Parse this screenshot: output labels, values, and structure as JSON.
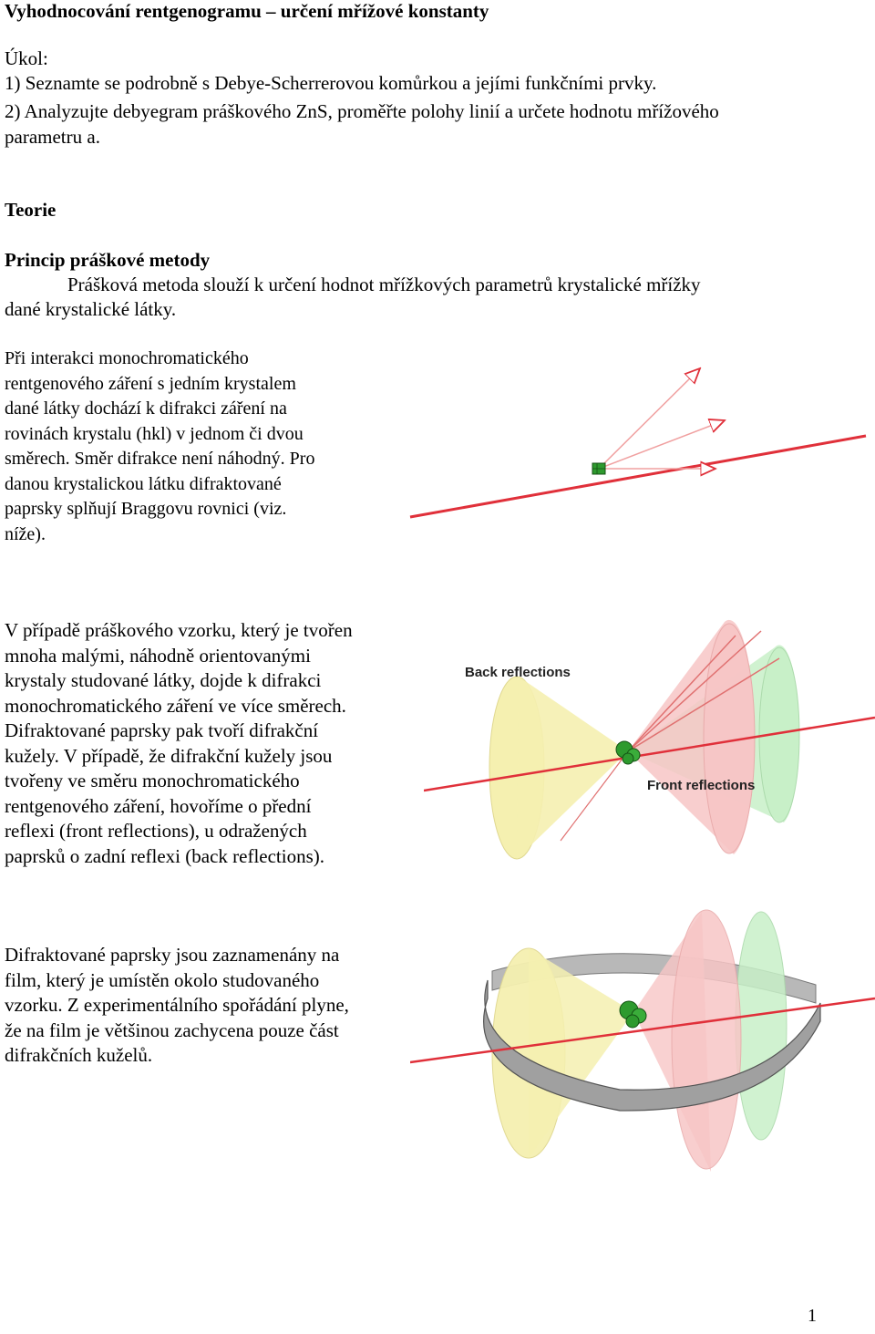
{
  "document": {
    "title": "Vyhodnocování rentgenogramu – určení mřížové konstanty",
    "task_label": "Úkol:",
    "task_items": [
      "1) Seznamte se podrobně s Debye-Scherrerovou komůrkou a jejími funkčními prvky.",
      "2) Analyzujte debyegram práškového ZnS, proměřte polohy linií a určete hodnotu mřížového",
      "parametru a."
    ],
    "theory_heading": "Teorie",
    "method_heading": "Princip práškové metody",
    "method_intro_line1": "Prášková metoda slouží k určení hodnot mřížkových parametrů krystalické mřížky",
    "method_intro_line2": "dané krystalické látky.",
    "paragraph_single_crystal": "Při interakci monochromatického\nrentgenového záření s jedním krystalem\ndané látky dochází k difrakci záření na\nrovinách krystalu (hkl) v jednom či dvou\nsměrech.  Směr difrakce není náhodný. Pro\ndanou krystalickou látku difraktované\npaprsky splňují Braggovu rovnici (viz.\nníže).",
    "paragraph_powder": "V případě práškového vzorku, který je tvořen\nmnoha malými, náhodně orientovanými\nkrystaly studované látky, dojde k difrakci\nmonochromatického záření ve více směrech.\nDifraktované paprsky pak tvoří difrakční\nkužely. V případě, že difrakční kužely jsou\ntvořeny ve směru monochromatického\nrentgenového záření, hovoříme o přední\nreflexi (front reflections), u odražených\npaprsků o zadní reflexi (back reflections).",
    "paragraph_film": "Difraktované paprsky jsou zaznamenány na\nfilm, který je umístěn okolo studovaného\nvzorku. Z experimentálního spořádání plyne,\nže na film je většinou zachycena pouze část\ndifrakčních kuželů.",
    "page_number": "1"
  },
  "figures": {
    "cones": {
      "back_label": "Back reflections",
      "front_label": "Front reflections"
    }
  },
  "colors": {
    "beam": "#e0303a",
    "crystal": "#2e9a2e",
    "cone_yellow": "#f5f0b0",
    "cone_pink": "#f7c6c6",
    "cone_green": "#c8f0c8",
    "film": "#b8b8b8"
  }
}
